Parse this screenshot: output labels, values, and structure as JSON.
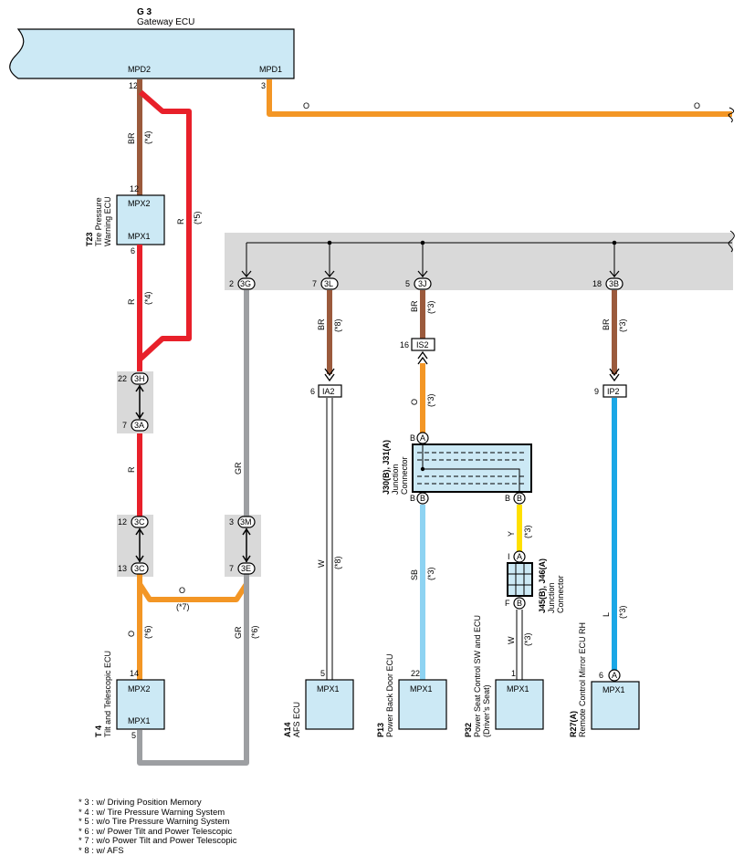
{
  "gateway": {
    "code": "G 3",
    "name": "Gateway ECU",
    "pin_mpd2": "MPD2",
    "pin_mpd1": "MPD1",
    "pin_mpd2_no": "12",
    "pin_mpd1_no": "3"
  },
  "wire_colors": {
    "brown": "#9b5a3c",
    "red": "#e8202a",
    "orange": "#f39625",
    "gray": "#9d9fa2",
    "sky_blue": "#8ed3f2",
    "yellow": "#ffe000",
    "blue": "#1aa7e6",
    "ecu_fill": "#cce9f5",
    "junction_gray": "#d9d9d9"
  },
  "wire_labels": {
    "br": "BR",
    "r": "R",
    "o": "O",
    "gr": "GR",
    "w": "W",
    "sb": "SB",
    "y": "Y",
    "l": "L"
  },
  "notes": {
    "n3": "(*3)",
    "n4": "(*4)",
    "n5": "(*5)",
    "n6": "(*6)",
    "n7": "(*7)",
    "n8": "(*8)"
  },
  "t23": {
    "code": "T23",
    "name_line1": "Tire Pressure",
    "name_line2": "Warning ECU",
    "pin_top": "MPX2",
    "pin_bottom": "MPX1",
    "pin_top_no": "12",
    "pin_bottom_no": "6"
  },
  "gateway_to_t23_pin": "12",
  "junctions": {
    "j3h": {
      "id": "3H",
      "pin": "22"
    },
    "j3a": {
      "id": "3A",
      "pin": "7"
    },
    "j3c_top": {
      "id": "3C",
      "pin": "12"
    },
    "j3c_bot": {
      "id": "3C",
      "pin": "13"
    },
    "j3m": {
      "id": "3M",
      "pin": "3"
    },
    "j3e": {
      "id": "3E",
      "pin": "7"
    },
    "j3g": {
      "id": "3G",
      "pin": "2"
    },
    "j3l": {
      "id": "3L",
      "pin": "7"
    },
    "j3j": {
      "id": "3J",
      "pin": "5"
    },
    "j3b": {
      "id": "3B",
      "pin": "18"
    }
  },
  "inline_connectors": {
    "ia2": {
      "id": "IA2",
      "pin": "6"
    },
    "is2": {
      "id": "IS2",
      "pin": "16"
    },
    "ip2": {
      "id": "IP2",
      "pin": "9"
    }
  },
  "j30": {
    "code": "J30(B), J31(A)",
    "name_line1": "Junction",
    "name_line2": "Connector",
    "a": "A",
    "b": "B"
  },
  "j45": {
    "code": "J45(B), J46(A)",
    "name_line1": "Junction",
    "name_line2": "Connector",
    "a": "A",
    "b": "B",
    "pin_i": "I",
    "pin_f": "F"
  },
  "t4": {
    "code": "T 4",
    "name": "Tilt and Telescopic ECU",
    "pin_top": "MPX2",
    "pin_bottom": "MPX1",
    "pin_top_no": "14",
    "pin_bottom_no": "5"
  },
  "a14": {
    "code": "A14",
    "name": "AFS ECU",
    "pin": "MPX1",
    "pin_no": "5"
  },
  "p13": {
    "code": "P13",
    "name": "Power Back Door ECU",
    "pin": "MPX1",
    "pin_no": "22"
  },
  "p32": {
    "code": "P32",
    "name_line1": "Power Seat Control SW and ECU",
    "name_line2": "(Driver’s Seat)",
    "pin": "MPX1",
    "pin_no": "1"
  },
  "r27": {
    "code": "R27(A)",
    "name": "Remote Control Mirror ECU RH",
    "pin": "MPX1",
    "pin_no": "6",
    "conn": "A"
  },
  "legend": [
    "* 3 : w/ Driving Position Memory",
    "* 4 : w/ Tire Pressure Warning System",
    "* 5 : w/o Tire Pressure Warning System",
    "* 6 : w/ Power Tilt and Power Telescopic",
    "* 7 : w/o Power Tilt and Power Telescopic",
    "* 8 : w/ AFS"
  ]
}
